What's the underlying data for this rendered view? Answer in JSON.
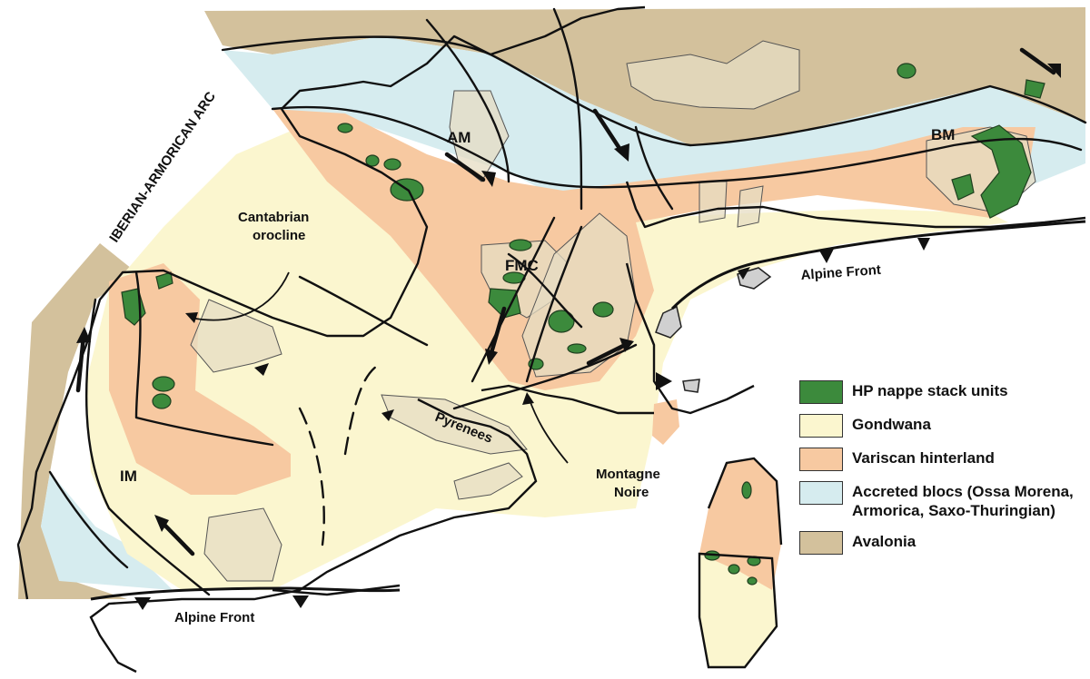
{
  "colors": {
    "hp_nappe": "#3c8a3c",
    "gondwana": "#fbf6cf",
    "hinterland": "#f7c9a1",
    "accreted": "#d6ecef",
    "avalonia": "#d3c19c",
    "inlier": "#e6dcc3",
    "line": "#111111"
  },
  "labels": {
    "arc": "IBERIAN-ARMORICAN ARC",
    "cantabrian_1": "Cantabrian",
    "cantabrian_2": "orocline",
    "am": "AM",
    "fmc": "FMC",
    "bm": "BM",
    "im": "IM",
    "pyrenees": "Pyrenees",
    "montagne_1": "Montagne",
    "montagne_2": "Noire",
    "alpine_front_north": "Alpine Front",
    "alpine_front_south": "Alpine Front"
  },
  "legend": [
    {
      "key": "hp_nappe",
      "label": "HP nappe stack units"
    },
    {
      "key": "gondwana",
      "label": "Gondwana"
    },
    {
      "key": "hinterland",
      "label": "Variscan hinterland"
    },
    {
      "key": "accreted",
      "label": "Accreted blocs (Ossa Morena,",
      "label2": "Armorica, Saxo-Thuringian)"
    },
    {
      "key": "avalonia",
      "label": "Avalonia"
    }
  ]
}
